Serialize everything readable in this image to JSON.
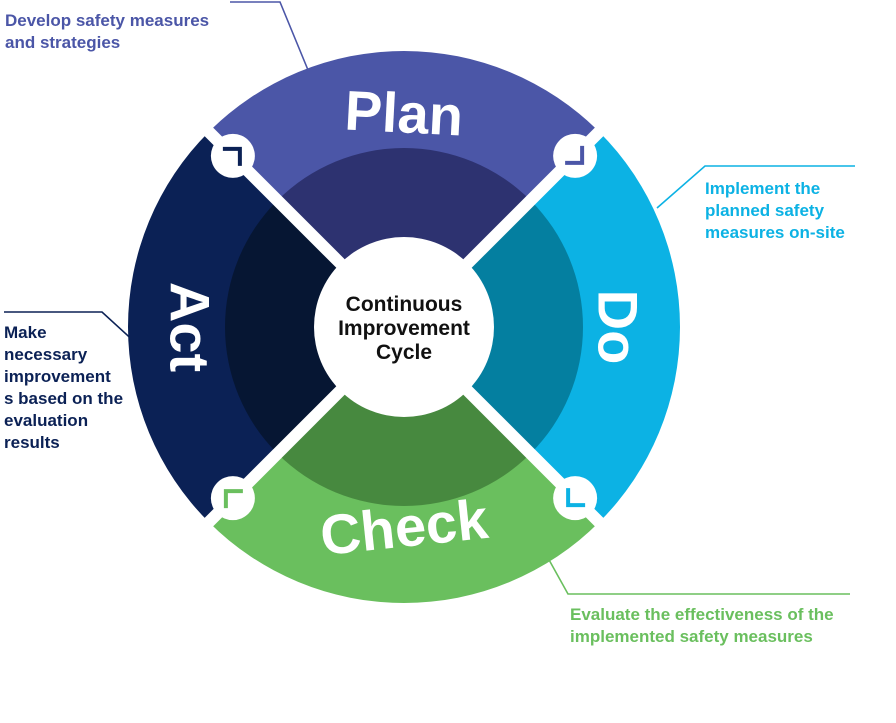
{
  "center": {
    "lines": [
      "Continuous",
      "Improvement",
      "Cycle"
    ]
  },
  "segments": [
    {
      "id": "plan",
      "label": "Plan",
      "color": "#4b56a7",
      "inner_color": "#2d3270"
    },
    {
      "id": "do",
      "label": "Do",
      "color": "#0cb2e4",
      "inner_color": "#047fa0"
    },
    {
      "id": "check",
      "label": "Check",
      "color": "#6abf5e",
      "inner_color": "#47893f"
    },
    {
      "id": "act",
      "label": "Act",
      "color": "#0b2155",
      "inner_color": "#061633"
    }
  ],
  "notes": {
    "plan": {
      "lines": [
        "Develop safety measures",
        "and strategies"
      ],
      "color": "#4b56a7"
    },
    "do": {
      "lines": [
        "Implement the",
        "planned safety",
        "measures on-site"
      ],
      "color": "#0cb2e4"
    },
    "act": {
      "lines": [
        "Make",
        "necessary",
        "improvement",
        "s based on the",
        "evaluation",
        "results"
      ],
      "color": "#0b2155"
    },
    "check": {
      "lines": [
        "Evaluate the effectiveness of the",
        "implemented safety measures"
      ],
      "color": "#6abf5e"
    }
  },
  "arrow_badges": [
    {
      "name": "arrow-badge-plan-do-icon"
    },
    {
      "name": "arrow-badge-do-check-icon"
    },
    {
      "name": "arrow-badge-check-act-icon"
    },
    {
      "name": "arrow-badge-act-plan-icon"
    }
  ]
}
